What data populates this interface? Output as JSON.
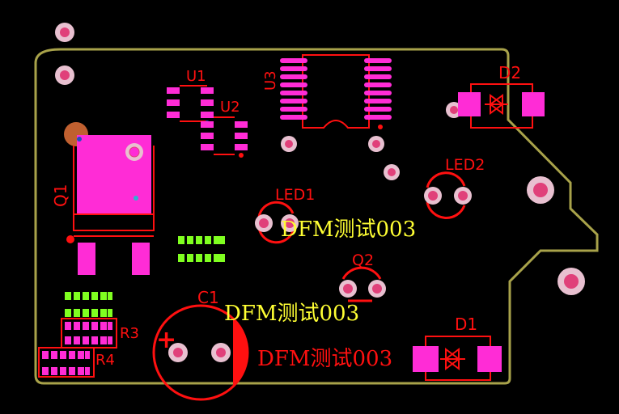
{
  "view": "PCB top layer layout",
  "colors": {
    "background": "#000000",
    "outline": "#a8a24a",
    "silkscreen": "#ff1010",
    "pad": "#ff2cd6",
    "via_outer": "#e8c0d0",
    "via_inner": "#e0407a",
    "copper_label": "#ffff33",
    "green_pad": "#80ff20",
    "copper_pad": "#c06030"
  },
  "designators": {
    "u1": "U1",
    "u2": "U2",
    "u3": "U3",
    "d1": "D1",
    "d2": "D2",
    "q1": "Q1",
    "q2": "Q2",
    "led1": "LED1",
    "led2": "LED2",
    "c1": "C1",
    "r3": "R3",
    "r4": "R4"
  },
  "markings": {
    "dfm_1": "DFM测试003",
    "dfm_2": "DFM测试003",
    "dfm_3": "DFM测试003",
    "c1_polarity": "+"
  }
}
